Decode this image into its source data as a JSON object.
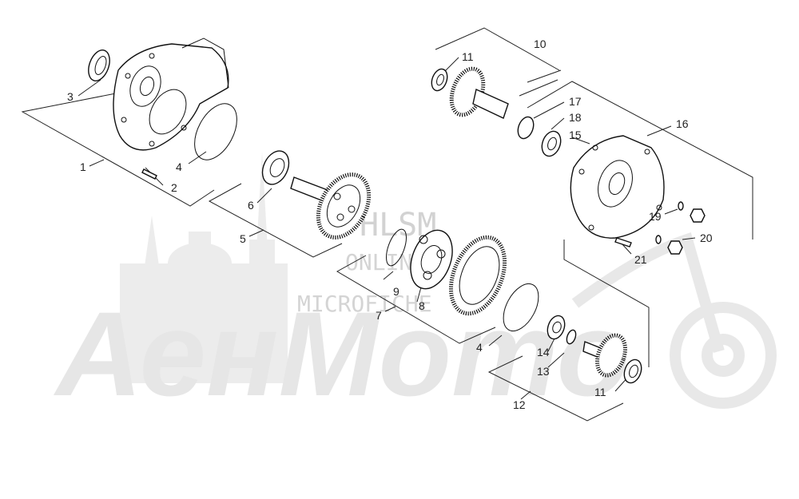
{
  "watermark": {
    "brand": "АенМото",
    "line1": "HLSM",
    "line2": "ONLINE",
    "line3": "MICROFICHE"
  },
  "callouts": {
    "c1": "1",
    "c2": "2",
    "c3": "3",
    "c4a": "4",
    "c4b": "4",
    "c5": "5",
    "c6": "6",
    "c7": "7",
    "c8": "8",
    "c9": "9",
    "c10": "10",
    "c11a": "11",
    "c11b": "11",
    "c12": "12",
    "c13": "13",
    "c14": "14",
    "c15": "15",
    "c16": "16",
    "c17": "17",
    "c18": "18",
    "c19": "19",
    "c20": "20",
    "c21": "21"
  },
  "colors": {
    "line": "#222222",
    "watermark": "#e6e6e6"
  }
}
